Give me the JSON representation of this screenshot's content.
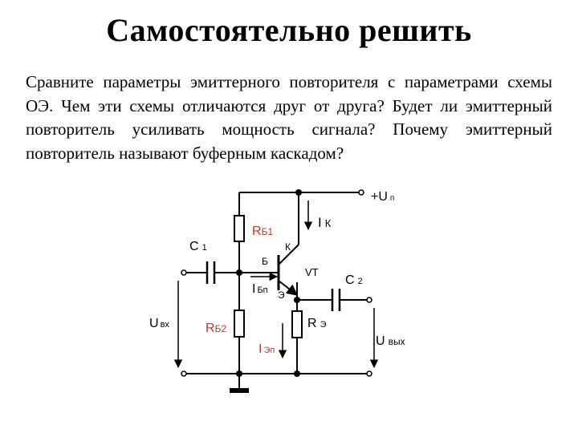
{
  "slide": {
    "title": "Самостоятельно решить",
    "task_text": "Сравните параметры эмиттерного повторителя с параметрами схемы ОЭ. Чем эти схемы отличаются друг от друга? Будет ли эмиттерный повторитель усиливать мощность сигнала? Почему эмиттерный повторитель называют буферным каскадом?"
  },
  "circuit": {
    "supply": {
      "main": "+U",
      "sub": "п"
    },
    "rb1": {
      "main": "R",
      "sub": "Б1"
    },
    "rb2": {
      "main": "R",
      "sub": "Б2"
    },
    "re": {
      "main": "R",
      "sub": "Э"
    },
    "c1": {
      "main": "C",
      "sub": "1"
    },
    "c2": {
      "main": "C",
      "sub": "2"
    },
    "ik": {
      "main": "I",
      "sub": "К"
    },
    "ibp": {
      "main": "I",
      "sub": "Бп"
    },
    "iep": {
      "main": "I",
      "sub": "Эп"
    },
    "uin": {
      "main": "U",
      "sub": "вх"
    },
    "uout": {
      "main": "U",
      "sub": "вых"
    },
    "transistor": "VT",
    "collector_pin": "К",
    "base_pin": "Б",
    "emitter_pin": "Э",
    "colors": {
      "accent_label": "#c0392b",
      "wire": "#000000"
    }
  }
}
